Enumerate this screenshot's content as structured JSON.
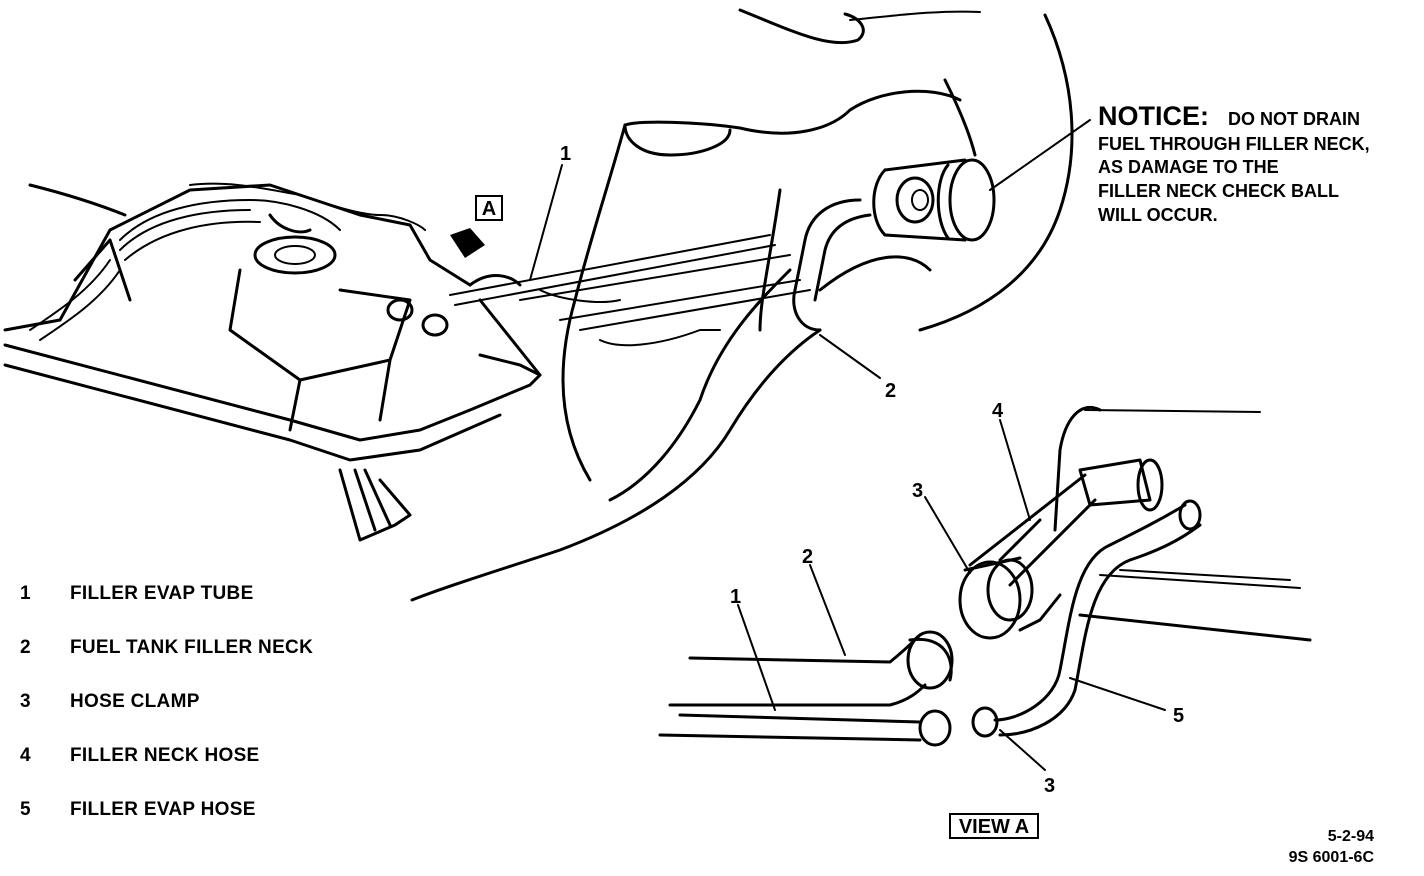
{
  "notice": {
    "heading": "NOTICE:",
    "lines": [
      "DO NOT DRAIN",
      "FUEL THROUGH FILLER NECK,",
      "AS DAMAGE TO THE",
      "FILLER NECK CHECK BALL",
      "WILL OCCUR."
    ]
  },
  "view_marker": "A",
  "view_label": "VIEW A",
  "callouts": {
    "main_1": "1",
    "main_2": "2",
    "view_1": "1",
    "view_2": "2",
    "view_3a": "3",
    "view_3b": "3",
    "view_4": "4",
    "view_5": "5"
  },
  "legend": [
    {
      "num": "1",
      "text": "FILLER EVAP TUBE"
    },
    {
      "num": "2",
      "text": "FUEL TANK FILLER NECK"
    },
    {
      "num": "3",
      "text": "HOSE CLAMP"
    },
    {
      "num": "4",
      "text": "FILLER NECK HOSE"
    },
    {
      "num": "5",
      "text": "FILLER EVAP HOSE"
    }
  ],
  "reference": {
    "date": "5-2-94",
    "code": "9S 6001-6C"
  }
}
